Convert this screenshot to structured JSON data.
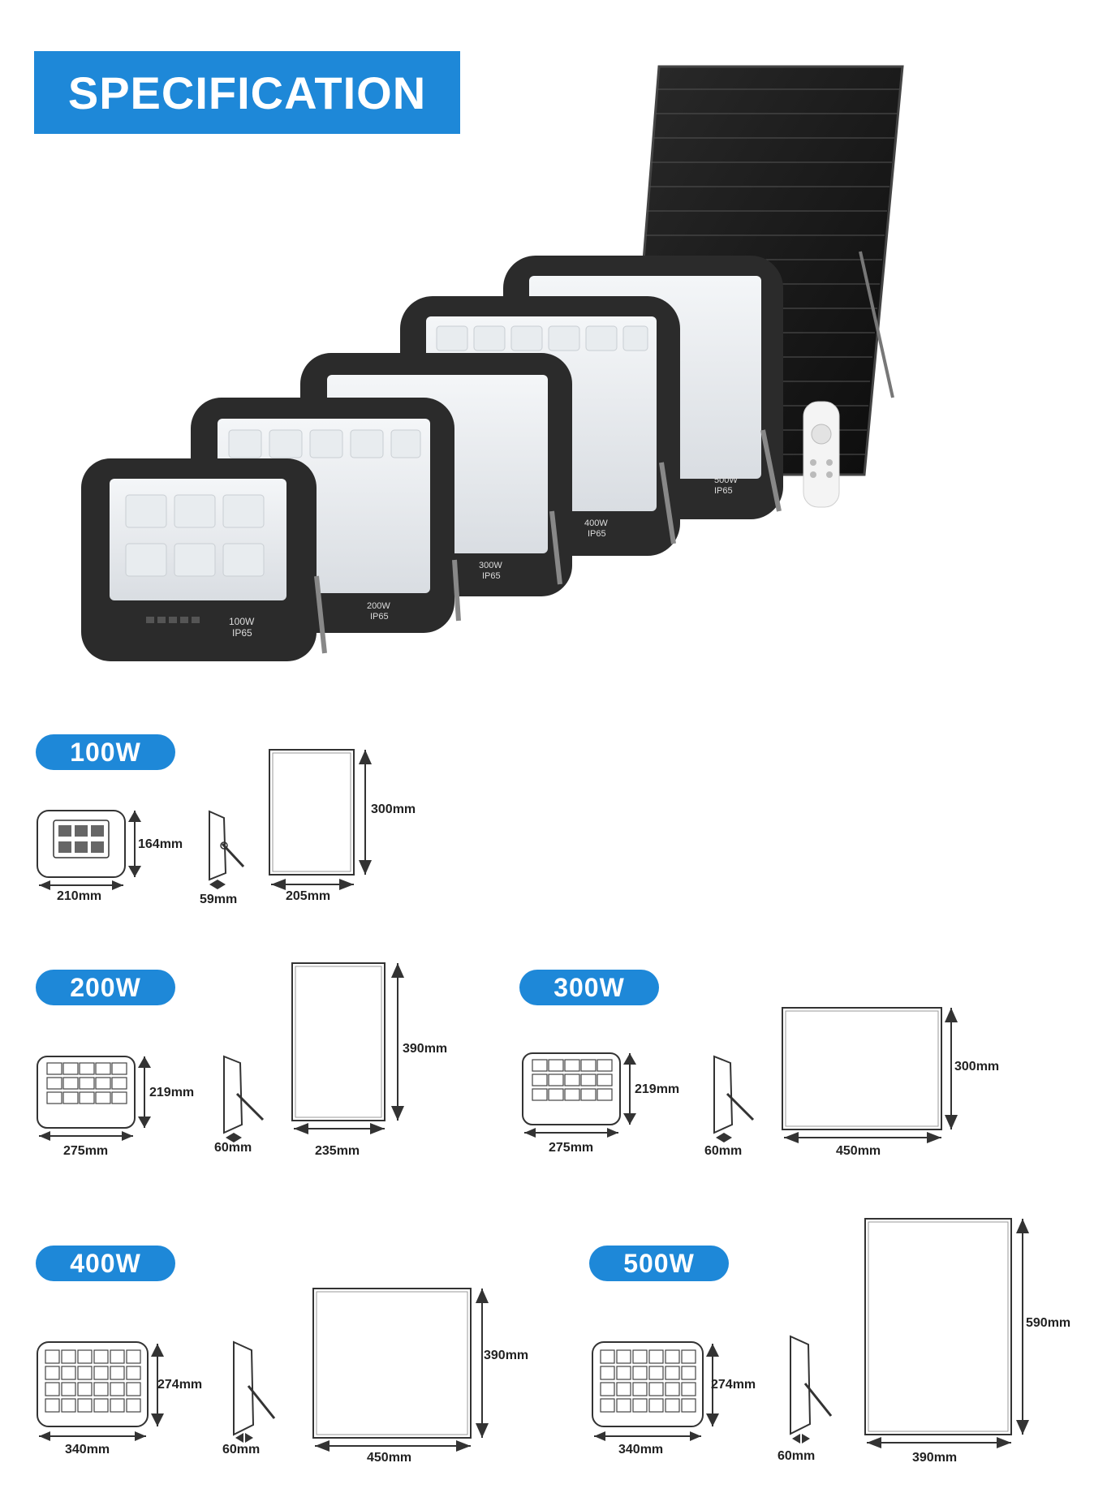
{
  "title": "SPECIFICATION",
  "product_labels": [
    {
      "watt": "100W",
      "ip": "IP65"
    },
    {
      "watt": "200W",
      "ip": "IP65"
    },
    {
      "watt": "300W",
      "ip": "IP65"
    },
    {
      "watt": "400W",
      "ip": "IP65"
    },
    {
      "watt": "500W",
      "ip": "IP65"
    }
  ],
  "specs": {
    "w100": {
      "label": "100W",
      "light_h": "164mm",
      "light_w": "210mm",
      "depth": "59mm",
      "panel_h": "300mm",
      "panel_w": "205mm"
    },
    "w200": {
      "label": "200W",
      "light_h": "219mm",
      "light_w": "275mm",
      "depth": "60mm",
      "panel_h": "390mm",
      "panel_w": "235mm"
    },
    "w300": {
      "label": "300W",
      "light_h": "219mm",
      "light_w": "275mm",
      "depth": "60mm",
      "panel_h": "300mm",
      "panel_w": "450mm"
    },
    "w400": {
      "label": "400W",
      "light_h": "274mm",
      "light_w": "340mm",
      "depth": "60mm",
      "panel_h": "390mm",
      "panel_w": "450mm"
    },
    "w500": {
      "label": "500W",
      "light_h": "274mm",
      "light_w": "340mm",
      "depth": "60mm",
      "panel_h": "590mm",
      "panel_w": "390mm"
    }
  }
}
